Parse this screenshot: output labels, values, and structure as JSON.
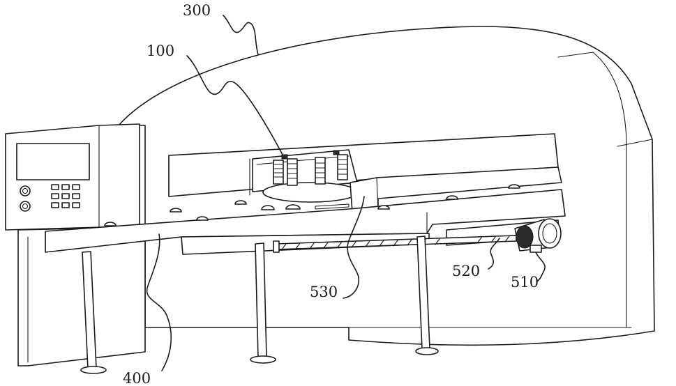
{
  "figure": {
    "labels": {
      "housing": "300",
      "turret": "100",
      "base": "400",
      "screw": "520",
      "motor": "510",
      "slider": "530"
    }
  }
}
